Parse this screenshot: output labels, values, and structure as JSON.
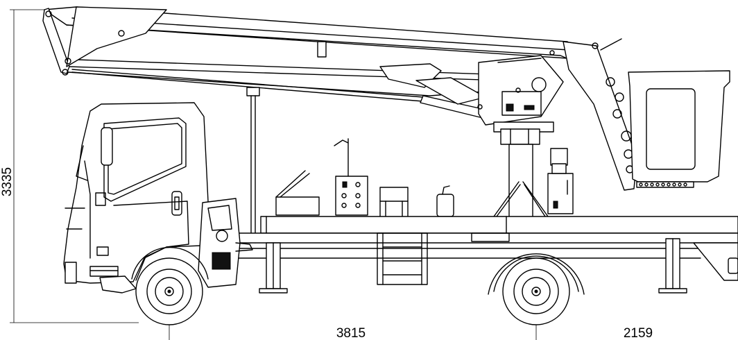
{
  "dimensions": {
    "height": "3335",
    "wheelbase": "3815",
    "rear_overhang": "2159"
  }
}
